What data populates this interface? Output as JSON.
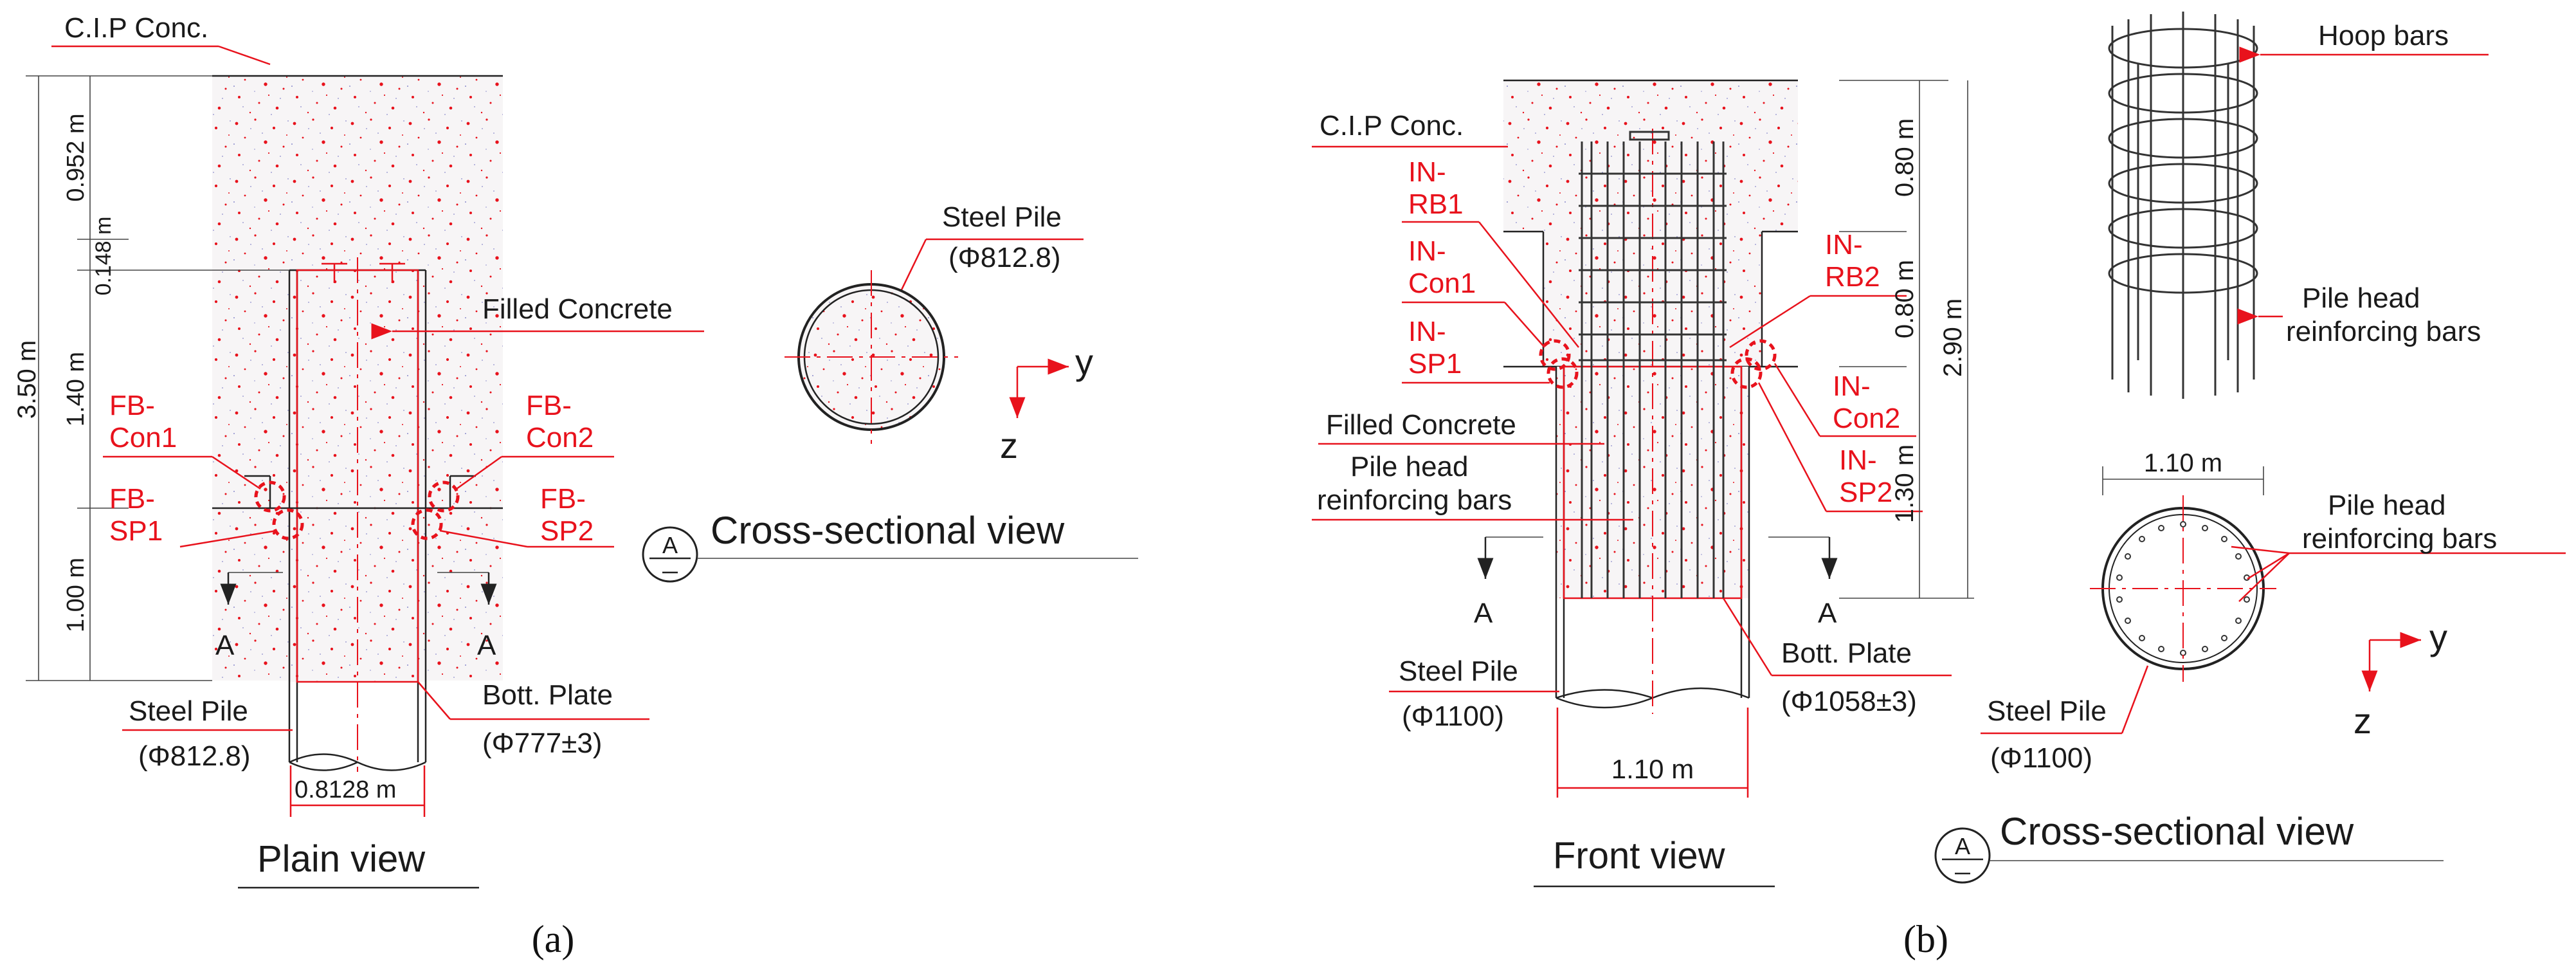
{
  "panel_a": {
    "top_label": "C.I.P Conc.",
    "dim_total": "3.50 m",
    "dim_top": "0.952 m",
    "dim_small": "0.148 m",
    "dim_mid": "1.40 m",
    "dim_bottom": "1.00 m",
    "filled_concrete": "Filled Concrete",
    "fb_con1": [
      "FB-",
      "Con1"
    ],
    "fb_con2": [
      "FB-",
      "Con2"
    ],
    "fb_sp1": [
      "FB-",
      "SP1"
    ],
    "fb_sp2": [
      "FB-",
      "SP2"
    ],
    "section_marker_left": "A",
    "section_marker_right": "A",
    "steel_pile": [
      "Steel Pile",
      "(Φ812.8)"
    ],
    "bott_plate": [
      "Bott. Plate",
      "(Φ777±3)"
    ],
    "width_dim": "0.8128 m",
    "view_title": "Plain view",
    "caption": "(a)",
    "xsec_steel_pile": [
      "Steel Pile",
      "(Φ812.8)"
    ],
    "axis_y": "y",
    "axis_z": "z",
    "xsec_badge": "A",
    "xsec_title": "Cross-sectional view"
  },
  "panel_b": {
    "cip_label": "C.I.P Conc.",
    "in_rb1": [
      "IN-",
      "RB1"
    ],
    "in_con1": [
      "IN-",
      "Con1"
    ],
    "in_sp1": [
      "IN-",
      "SP1"
    ],
    "in_rb2": [
      "IN-",
      "RB2"
    ],
    "in_con2": [
      "IN-",
      "Con2"
    ],
    "in_sp2": [
      "IN-",
      "SP2"
    ],
    "filled_concrete": "Filled Concrete",
    "pile_head_bars": [
      "Pile head",
      "reinforcing bars"
    ],
    "section_marker_left": "A",
    "section_marker_right": "A",
    "steel_pile": [
      "Steel Pile",
      "(Φ1100)"
    ],
    "bott_plate": [
      "Bott. Plate",
      "(Φ1058±3)"
    ],
    "width_dim": "1.10 m",
    "dim_080_top": "0.80 m",
    "dim_080_mid": "0.80 m",
    "dim_130": "1.30 m",
    "dim_290": "2.90 m",
    "view_title": "Front view",
    "caption": "(b)",
    "hoop_bars": "Hoop bars",
    "iso_pile_head_bars": [
      "Pile head",
      "reinforcing bars"
    ],
    "xsec_width": "1.10 m",
    "xsec_pile_head_bars": [
      "Pile head",
      "reinforcing bars"
    ],
    "xsec_steel_pile": [
      "Steel Pile",
      "(Φ1100)"
    ],
    "axis_y": "y",
    "axis_z": "z",
    "xsec_badge": "A",
    "xsec_title": "Cross-sectional view"
  }
}
